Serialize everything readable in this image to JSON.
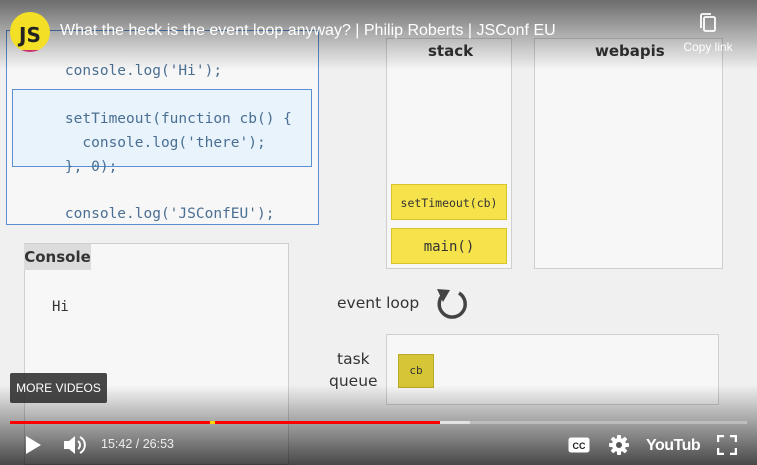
{
  "video": {
    "title": "What the heck is the event loop anyway? | Philip Roberts | JSConf EU",
    "channel_avatar_text_top": "JS",
    "channel_avatar_text_bottom": "JS",
    "copy_link_label": "Copy link",
    "more_videos_label": "MORE VIDEOS",
    "time_current": "15:42",
    "time_separator": " / ",
    "time_total": "26:53",
    "progress_played": 0.584,
    "progress_buffered": 0.624,
    "icons": {
      "copy": "copy-icon",
      "play": "play-icon",
      "volume": "volume-icon",
      "captions": "cc-icon",
      "settings": "gear-icon",
      "logo": "youtube-logo",
      "fullscreen": "fullscreen-icon"
    },
    "colors": {
      "played": "#ff0000",
      "marker": "#ffd400"
    }
  },
  "slide": {
    "code": {
      "line1": "console.log('Hi');",
      "line2": "setTimeout(function cb() {",
      "line3": "  console.log('there');",
      "line4": "}, 0);",
      "line5": "console.log('JSConfEU');"
    },
    "console": {
      "title": "Console",
      "output": "Hi"
    },
    "stack": {
      "label": "stack",
      "frames": [
        "setTimeout(cb)",
        "main()"
      ]
    },
    "webapis": {
      "label": "webapis"
    },
    "event_loop": {
      "label": "event loop"
    },
    "task_queue": {
      "label_line1": "task",
      "label_line2": "queue",
      "items": [
        "cb"
      ]
    },
    "colors": {
      "frame": "#f6e24a",
      "box_border": "#5b8fd1"
    }
  }
}
